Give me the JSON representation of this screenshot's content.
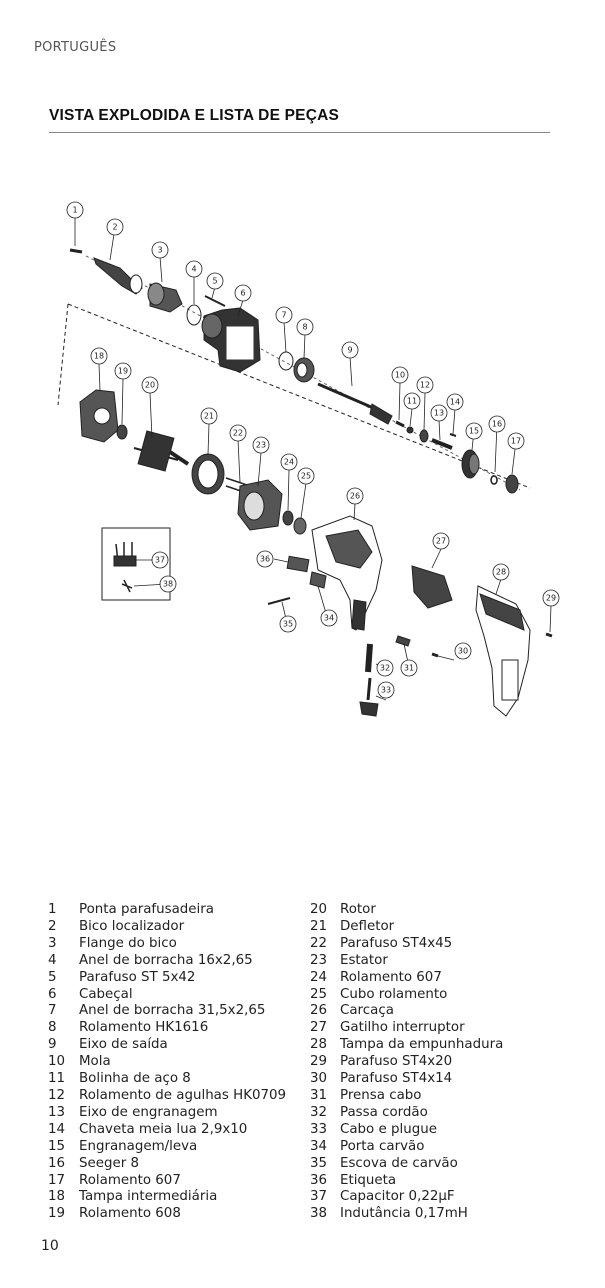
{
  "header": {
    "language": "PORTUGUÊS"
  },
  "section": {
    "title": "VISTA EXPLODIDA E LISTA DE PEÇAS"
  },
  "diagram": {
    "callouts": [
      "1",
      "2",
      "3",
      "4",
      "5",
      "6",
      "7",
      "8",
      "9",
      "10",
      "11",
      "12",
      "13",
      "14",
      "15",
      "16",
      "17",
      "18",
      "19",
      "20",
      "21",
      "22",
      "23",
      "24",
      "25",
      "26",
      "27",
      "28",
      "29",
      "30",
      "31",
      "32",
      "33",
      "34",
      "35",
      "36",
      "37",
      "38"
    ]
  },
  "parts_left": [
    {
      "num": "1",
      "name": "Ponta parafusadeira"
    },
    {
      "num": "2",
      "name": "Bico localizador"
    },
    {
      "num": "3",
      "name": "Flange do bico"
    },
    {
      "num": "4",
      "name": "Anel de borracha 16x2,65"
    },
    {
      "num": "5",
      "name": "Parafuso ST 5x42"
    },
    {
      "num": "6",
      "name": "Cabeçal"
    },
    {
      "num": "7",
      "name": "Anel de borracha 31,5x2,65"
    },
    {
      "num": "8",
      "name": "Rolamento HK1616"
    },
    {
      "num": "9",
      "name": "Eixo de saída"
    },
    {
      "num": "10",
      "name": "Mola"
    },
    {
      "num": "11",
      "name": "Bolinha de aço 8"
    },
    {
      "num": "12",
      "name": "Rolamento de agulhas HK0709"
    },
    {
      "num": "13",
      "name": "Eixo de engranagem"
    },
    {
      "num": "14",
      "name": "Chaveta meia lua 2,9x10"
    },
    {
      "num": "15",
      "name": "Engranagem/leva"
    },
    {
      "num": "16",
      "name": "Seeger 8"
    },
    {
      "num": "17",
      "name": "Rolamento 607"
    },
    {
      "num": "18",
      "name": "Tampa intermediária"
    },
    {
      "num": "19",
      "name": "Rolamento 608"
    }
  ],
  "parts_right": [
    {
      "num": "20",
      "name": "Rotor"
    },
    {
      "num": "21",
      "name": "Defletor"
    },
    {
      "num": "22",
      "name": "Parafuso ST4x45"
    },
    {
      "num": "23",
      "name": "Estator"
    },
    {
      "num": "24",
      "name": "Rolamento 607"
    },
    {
      "num": "25",
      "name": "Cubo rolamento"
    },
    {
      "num": "26",
      "name": "Carcaça"
    },
    {
      "num": "27",
      "name": "Gatilho interruptor"
    },
    {
      "num": "28",
      "name": "Tampa da empunhadura"
    },
    {
      "num": "29",
      "name": "Parafuso ST4x20"
    },
    {
      "num": "30",
      "name": "Parafuso ST4x14"
    },
    {
      "num": "31",
      "name": "Prensa cabo"
    },
    {
      "num": "32",
      "name": "Passa cordão"
    },
    {
      "num": "33",
      "name": "Cabo e plugue"
    },
    {
      "num": "34",
      "name": "Porta carvão"
    },
    {
      "num": "35",
      "name": "Escova de carvão"
    },
    {
      "num": "36",
      "name": "Etiqueta"
    },
    {
      "num": "37",
      "name": "Capacitor 0,22µF"
    },
    {
      "num": "38",
      "name": "Indutância 0,17mH"
    }
  ],
  "footer": {
    "page_number": "10"
  }
}
